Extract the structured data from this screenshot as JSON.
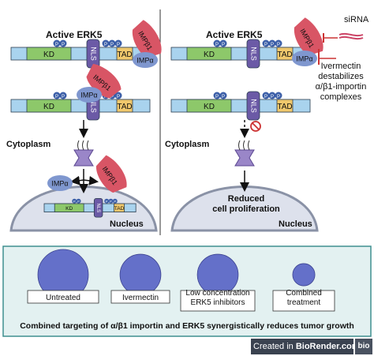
{
  "colors": {
    "kd": "#8dc86a",
    "domain_light": "#a9d3ee",
    "nls": "#6b5aa6",
    "tad": "#f0c86c",
    "phospho": "#3c5fa8",
    "impb1": "#d85565",
    "impa": "#7f97cf",
    "inhibit": "#cc3333",
    "cell": "#dde1ec",
    "bottom_bg": "#e3f1f1",
    "bottom_border": "#3f8f8f",
    "sphere": "#6470c9",
    "footer_bg": "#3a4250"
  },
  "left_panel": {
    "title": "Active ERK5",
    "domains": {
      "kd": "KD",
      "nls": "NLS",
      "tad": "TAD"
    },
    "phospho": "P",
    "impb1": "IMPβ1",
    "impa": "IMPα",
    "cytoplasm": "Cytoplasm",
    "nucleus": "Nucleus"
  },
  "right_panel": {
    "title": "Active ERK5",
    "sirna": "siRNA",
    "ivermectin_note": [
      "Ivermectin",
      "destabilizes",
      "α/β1-importin",
      "complexes"
    ],
    "cytoplasm": "Cytoplasm",
    "outcome": [
      "Reduced",
      "cell proliferation"
    ],
    "nucleus": "Nucleus"
  },
  "treatments": [
    {
      "label": [
        "Untreated"
      ],
      "relative_size": 1.0
    },
    {
      "label": [
        "Ivermectin"
      ],
      "relative_size": 0.81
    },
    {
      "label": [
        "Low concentration",
        "ERK5 inhibitors"
      ],
      "relative_size": 0.81
    },
    {
      "label": [
        "Combined",
        "treatment"
      ],
      "relative_size": 0.44
    }
  ],
  "conclusion": "Combined targeting of α/β1 importin and ERK5 synergistically reduces tumor growth",
  "footer": {
    "created_in": "Created in ",
    "brand": "BioRender.com",
    "logo": "bio"
  }
}
